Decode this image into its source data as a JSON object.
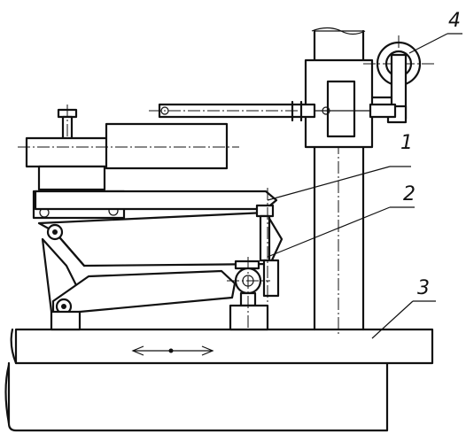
{
  "callouts": [
    {
      "id": "1",
      "label": "1"
    },
    {
      "id": "2",
      "label": "2"
    },
    {
      "id": "3",
      "label": "3"
    },
    {
      "id": "4",
      "label": "4"
    }
  ],
  "icons": {
    "movement_arrow": "double-headed-arrow-icon"
  }
}
